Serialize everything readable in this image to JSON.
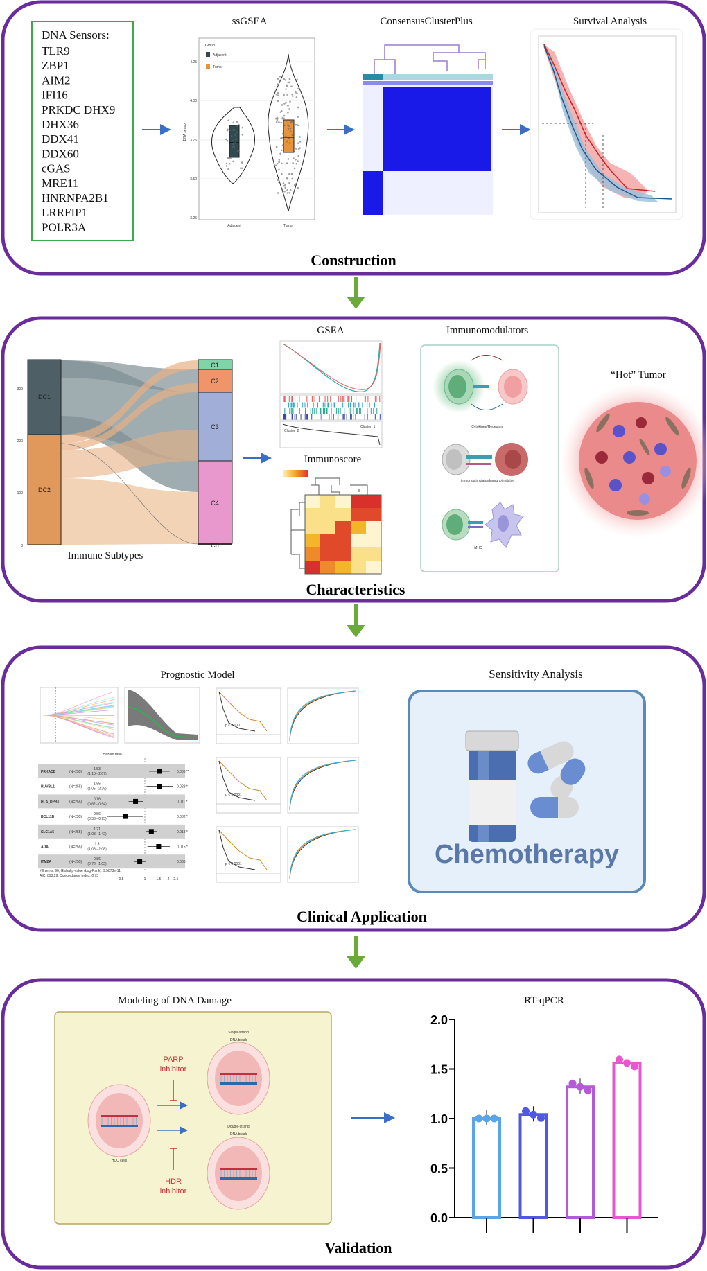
{
  "colors": {
    "panel_border": "#6a2c9c",
    "flow_arrow": "#6aaa3a",
    "step_arrow": "#3a6fc9",
    "sensor_box": "#3aaa4a",
    "chemo_text": "#5a78a8"
  },
  "construction": {
    "section_label": "Construction",
    "sensors": {
      "heading": "DNA Sensors:",
      "items": [
        "TLR9",
        "ZBP1",
        "AIM2",
        "IFI16",
        "PRKDC DHX9",
        "DHX36",
        "DDX41",
        "DDX60",
        "cGAS",
        "MRE11",
        "HNRNPA2B1",
        "LRRFIP1",
        "POLR3A"
      ]
    },
    "ssgsea": {
      "title": "ssGSEA",
      "ylabel": "DNA sensor",
      "legend_title": "Group",
      "groups": [
        "Adjacent",
        "Tumor"
      ],
      "yticks": [
        "4.25",
        "4.00",
        "3.75",
        "3.50",
        "3.25"
      ],
      "group_colors": [
        "#2f4a50",
        "#e8923a"
      ]
    },
    "consensus": {
      "title": "ConsensusClusterPlus"
    },
    "survival": {
      "title": "Survival Analysis"
    }
  },
  "characteristics": {
    "section_label": "Characteristics",
    "sankey": {
      "caption": "Immune Subtypes",
      "yticks": [
        "300",
        "200",
        "100",
        "0"
      ],
      "left_nodes": [
        "DC1",
        "DC2"
      ],
      "right_nodes": [
        "C1",
        "C2",
        "C3",
        "C4",
        "C6"
      ]
    },
    "gsea": {
      "title": "GSEA",
      "labels": [
        "Cluster_2",
        "Cluster_1"
      ]
    },
    "immunoscore": {
      "title": "Immunoscore"
    },
    "immunomodulators": {
      "title": "Immunomodulators",
      "items": [
        "Cytokinee/Receptorr",
        "immunostimulator/Immunoinhibitor",
        "MHC"
      ]
    },
    "hot_tumor": {
      "title": "“Hot” Tumor"
    }
  },
  "clinical": {
    "section_label": "Clinical Application",
    "prognostic": {
      "title": "Prognostic Model",
      "forest": {
        "title": "Hazard ratio",
        "n_label": "(N=255)",
        "rows": [
          {
            "gene": "PRKACB",
            "hr": 1.53,
            "ci": "(1.13 - 2.07)",
            "lo": 1.13,
            "hi": 2.07,
            "p": "0.006 **"
          },
          {
            "gene": "RUVBL1",
            "hr": 1.55,
            "ci": "(1.05 - 2.29)",
            "lo": 1.05,
            "hi": 2.29,
            "p": "0.028 *"
          },
          {
            "gene": "HLA_DPB1",
            "hr": 0.76,
            "ci": "(0.62 - 0.94)",
            "lo": 0.62,
            "hi": 0.94,
            "p": "0.011 *"
          },
          {
            "gene": "BCL11B",
            "hr": 0.56,
            "ci": "(0.33 - 0.95)",
            "lo": 0.33,
            "hi": 0.95,
            "p": "0.032 *"
          },
          {
            "gene": "SLC1A5",
            "hr": 1.21,
            "ci": "(1.03 - 1.42)",
            "lo": 1.03,
            "hi": 1.42,
            "p": "0.018 *"
          },
          {
            "gene": "ADA",
            "hr": 1.5,
            "ci": "(1.08 - 2.08)",
            "lo": 1.08,
            "hi": 2.08,
            "p": "0.015 *"
          },
          {
            "gene": "ITM2A",
            "hr": 0.86,
            "ci": "(0.72 - 1.02)",
            "lo": 0.72,
            "hi": 1.02,
            "p": "0.086"
          }
        ],
        "xticks": [
          0.5,
          1,
          1.5,
          2,
          2.5
        ],
        "footer": [
          "# Events: 96; Global p-value (Log-Rank): 9.5873e-11",
          "AIC: 893.29; Concordance Index: 0.73"
        ]
      },
      "km_pvalue": "p < 0.0001"
    },
    "sensitivity": {
      "title": "Sensitivity Analysis",
      "label": "Chemotherapy"
    }
  },
  "validation": {
    "section_label": "Validation",
    "dna_damage": {
      "title": "Modeling of DNA Damage",
      "cells": "HCC cells",
      "parp": [
        "PARP",
        "inhibitor"
      ],
      "hdr": [
        "HDR",
        "inhibitor"
      ],
      "ssb": [
        "Single-strand",
        "DNA break"
      ],
      "dsb": [
        "Double-strand",
        "DNA break"
      ]
    },
    "rtqpcr": {
      "title": "RT-qPCR",
      "yticks": [
        "2.0",
        "1.5",
        "1.0",
        "0.5",
        "0.0"
      ],
      "ylim": [
        0,
        2
      ],
      "bars": [
        {
          "value": 1.0,
          "color": "#5aa5ea"
        },
        {
          "value": 1.04,
          "color": "#5058e0"
        },
        {
          "value": 1.32,
          "color": "#b45ad8"
        },
        {
          "value": 1.56,
          "color": "#e856d0"
        }
      ]
    }
  }
}
